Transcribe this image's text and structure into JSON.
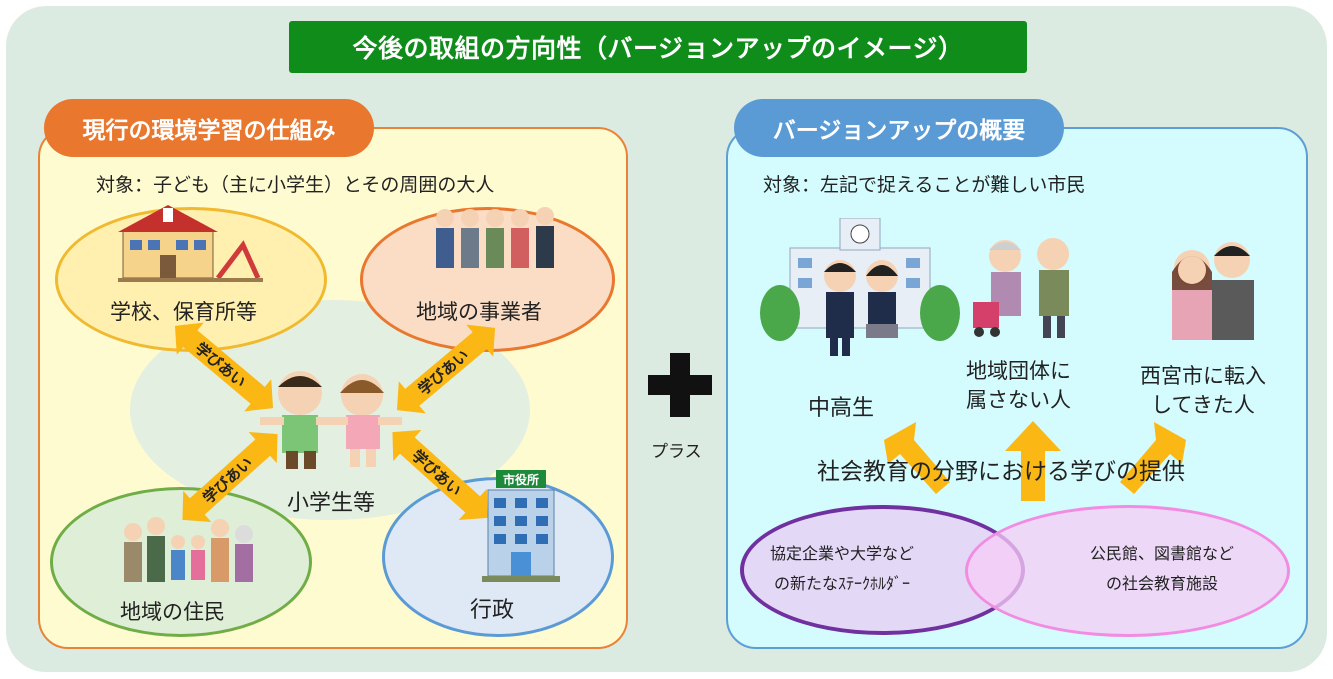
{
  "banner": {
    "title": "今後の取組の方向性（バージョンアップのイメージ）"
  },
  "left_panel": {
    "title": "現行の環境学習の仕組み",
    "target": "対象：子ども（主に小学生）とその周囲の大人",
    "nodes": {
      "school": "学校、保育所等",
      "business": "地域の事業者",
      "residents": "地域の住民",
      "government": "行政",
      "government_sign": "市役所",
      "center": "小学生等"
    },
    "arrow_label": "学びあい"
  },
  "plus": {
    "label": "プラス"
  },
  "right_panel": {
    "title": "バージョンアップの概要",
    "target": "対象：左記で捉えることが難しい市民",
    "groups": {
      "students": "中高生",
      "unaffiliated_line1": "地域団体に",
      "unaffiliated_line2": "属さない人",
      "newcomers_line1": "西宮市に転入",
      "newcomers_line2": "してきた人"
    },
    "provision": "社会教育の分野における学びの提供",
    "venn": {
      "left_line1": "協定企業や大学など",
      "left_line2": "の新たなｽﾃｰｸﾎﾙﾀﾞｰ",
      "right_line1": "公民館、図書館など",
      "right_line2": "の社会教育施設"
    }
  },
  "colors": {
    "banner": "#108c1a",
    "left_accent": "#e9772d",
    "right_accent": "#5b9bd5",
    "arrow": "#fbb714",
    "venn_left": "#7030a0",
    "venn_right": "#f28ce2"
  }
}
